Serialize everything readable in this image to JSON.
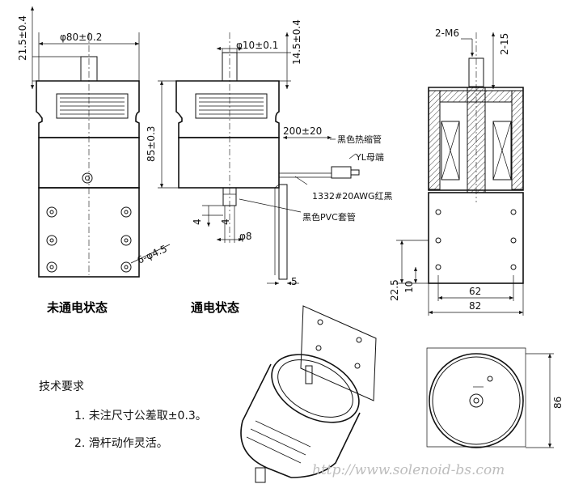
{
  "dimensions": {
    "d_21_5": "21.5±0.4",
    "d_80": "φ80±0.2",
    "d_10": "φ10±0.1",
    "d_14_5": "14.5±0.4",
    "d_85": "85±0.3",
    "d_200": "200±20",
    "d_4a": "4",
    "d_4b": "4",
    "d_8": "φ8",
    "d_5": "5",
    "d_holes": "6-φ4.5",
    "d_m6": "2-M6",
    "d_2_15": "2-15",
    "d_22_5": "22.5",
    "d_10b": "10",
    "d_62": "62",
    "d_82": "82",
    "d_86": "86"
  },
  "callouts": {
    "heat_shrink": "黑色热缩管",
    "yl_terminal": "YL母端",
    "wire": "1332#20AWG红黑",
    "pvc_sleeve": "黑色PVC套管"
  },
  "captions": {
    "off_state": "未通电状态",
    "on_state": "通电状态"
  },
  "requirements": {
    "title": "技术要求",
    "item1": "1. 未注尺寸公差取±0.3。",
    "item2": "2. 滑杆动作灵活。"
  },
  "watermark": "http://www.solenoid-bs.com"
}
